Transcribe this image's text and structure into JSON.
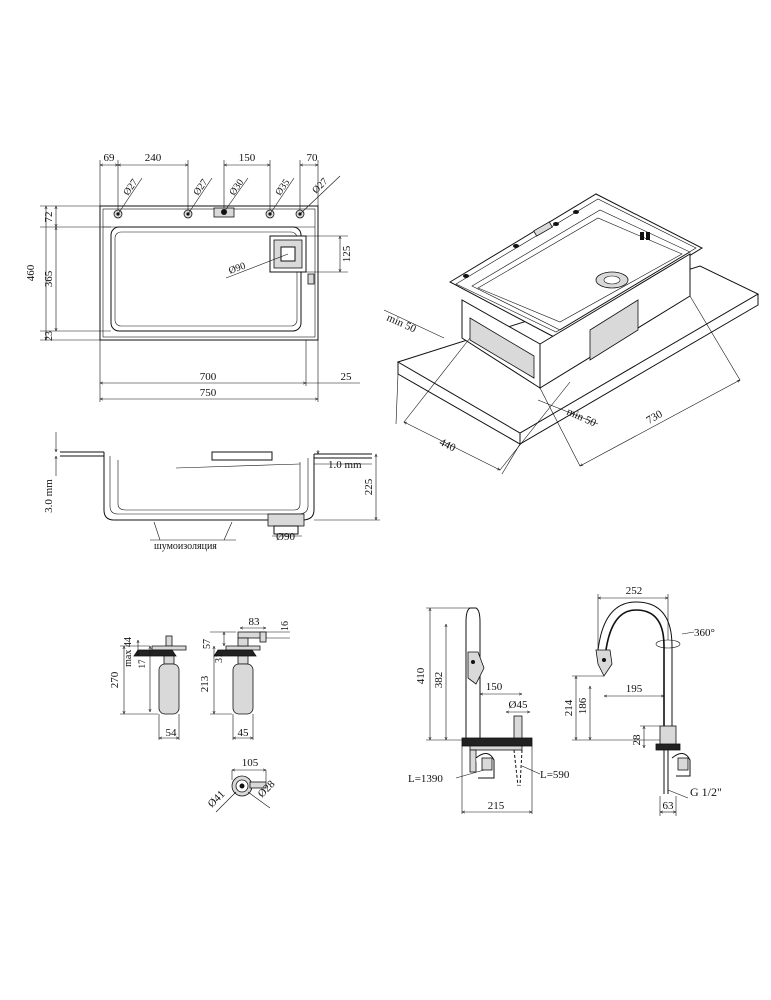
{
  "top_view": {
    "dims_top": [
      "69",
      "240",
      "150",
      "70"
    ],
    "holes": [
      "Ø27",
      "Ø27",
      "Ø30",
      "Ø35",
      "Ø27"
    ],
    "left_dims": [
      "72",
      "460",
      "365",
      "23"
    ],
    "right_dim": "125",
    "drain": "Ø90",
    "bottom_dims": [
      "700",
      "25",
      "750"
    ]
  },
  "iso_view": {
    "dims": [
      "min 50",
      "440",
      "min 50",
      "730"
    ]
  },
  "section_view": {
    "thickness": "3.0 mm",
    "rim": "1.0 mm",
    "depth": "225",
    "insulation": "шумоизоляция",
    "drain": "Ø90"
  },
  "dispenser_a": {
    "dims": [
      "max 44",
      "17",
      "270",
      "54"
    ]
  },
  "dispenser_b": {
    "dims": [
      "83",
      "16",
      "57",
      "31",
      "213",
      "45"
    ]
  },
  "dispenser_top": {
    "dims": [
      "105",
      "Ø41",
      "Ø28"
    ]
  },
  "faucet_front": {
    "dims": [
      "410",
      "382",
      "150",
      "Ø45",
      "L=1390",
      "L=590",
      "215"
    ]
  },
  "faucet_side": {
    "dims": [
      "252",
      "360°",
      "214",
      "186",
      "195",
      "28",
      "G 1/2\"",
      "63"
    ]
  }
}
